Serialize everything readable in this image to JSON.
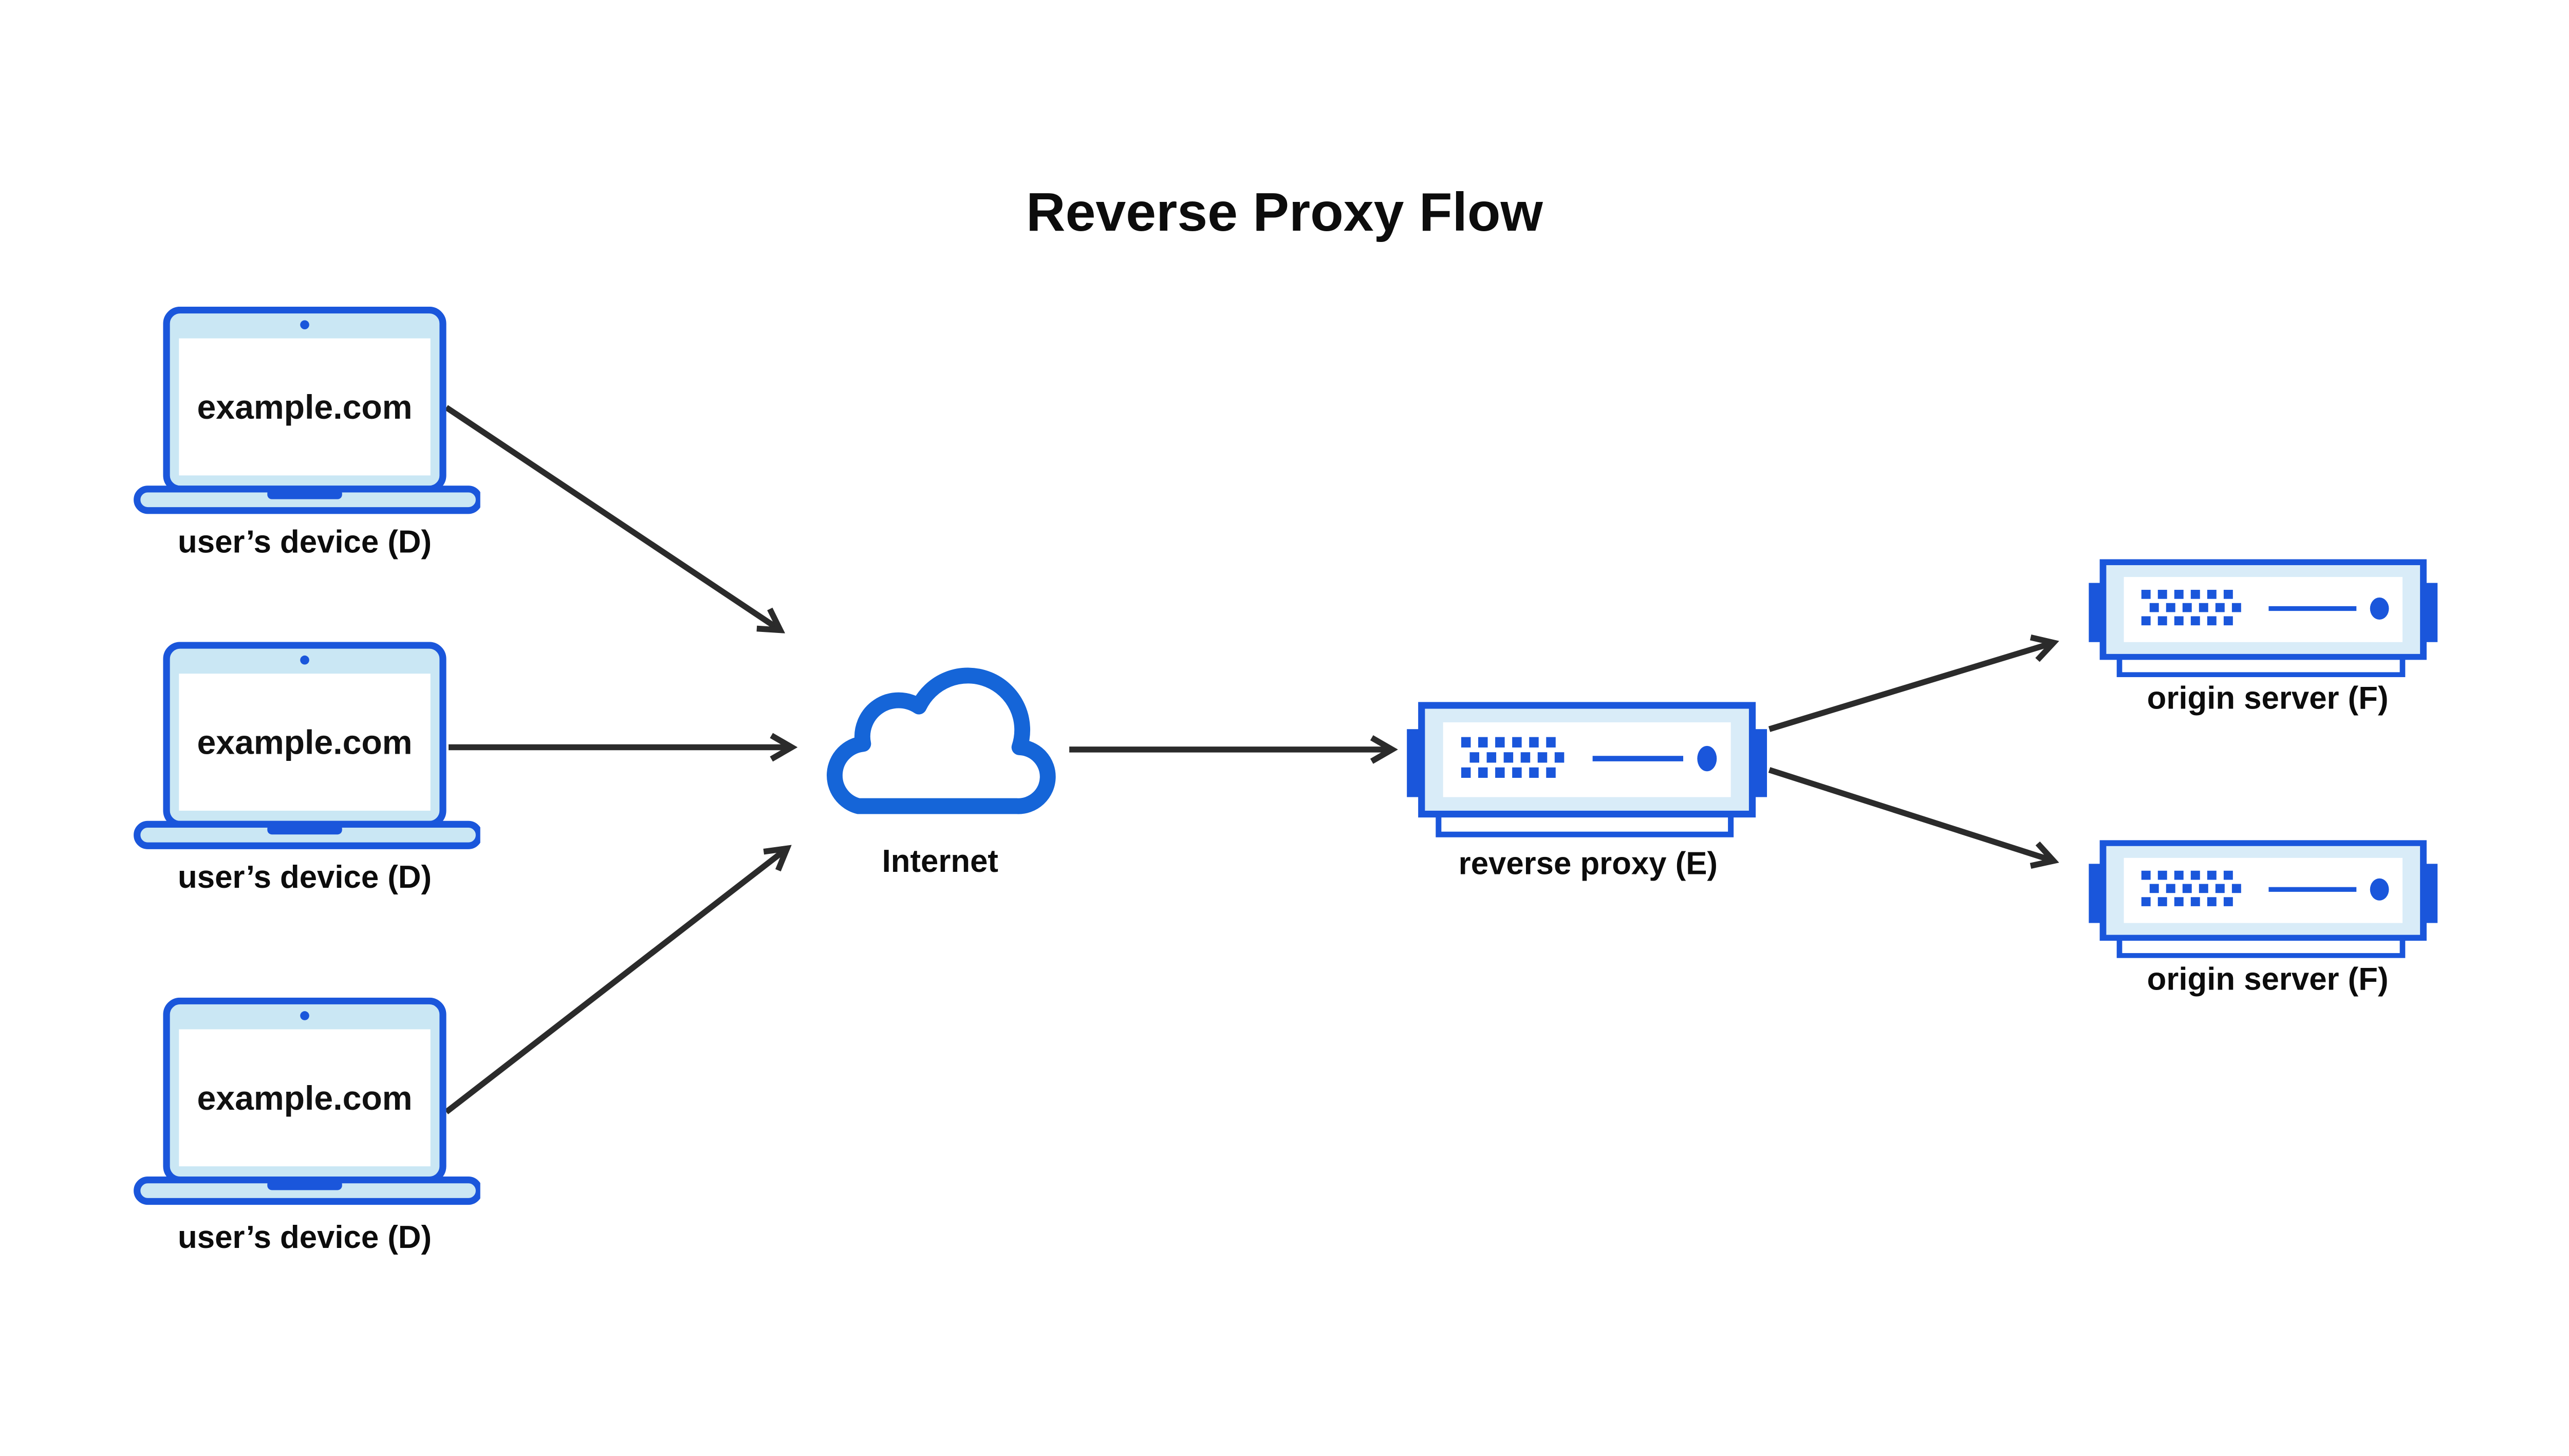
{
  "title": "Reverse Proxy Flow",
  "colors": {
    "accent_blue": "#1a56db",
    "cloud_blue": "#1565d8",
    "laptop_bezel_fill": "#cae7f4",
    "server_body_fill": "#d9ecf8",
    "panel_fill": "#ffffff",
    "arrow": "#2b2b2b",
    "text": "#0c0c0c",
    "background": "#ffffff"
  },
  "icons": {
    "user_device": "laptop-icon",
    "internet": "cloud-icon",
    "reverse_proxy": "server-icon",
    "origin_server": "server-icon"
  },
  "nodes": {
    "user_devices": [
      {
        "id": "D1",
        "screen_text": "example.com",
        "label": "user’s device (D)"
      },
      {
        "id": "D2",
        "screen_text": "example.com",
        "label": "user’s device (D)"
      },
      {
        "id": "D3",
        "screen_text": "example.com",
        "label": "user’s device (D)"
      }
    ],
    "internet": {
      "label": "Internet"
    },
    "reverse_proxy": {
      "label": "reverse proxy (E)"
    },
    "origin_servers": [
      {
        "id": "F1",
        "label": "origin server (F)"
      },
      {
        "id": "F2",
        "label": "origin server (F)"
      }
    ]
  },
  "connections": [
    {
      "from": "user-device-1",
      "to": "internet"
    },
    {
      "from": "user-device-2",
      "to": "internet"
    },
    {
      "from": "user-device-3",
      "to": "internet"
    },
    {
      "from": "internet",
      "to": "reverse-proxy"
    },
    {
      "from": "reverse-proxy",
      "to": "origin-server-1"
    },
    {
      "from": "reverse-proxy",
      "to": "origin-server-2"
    }
  ]
}
